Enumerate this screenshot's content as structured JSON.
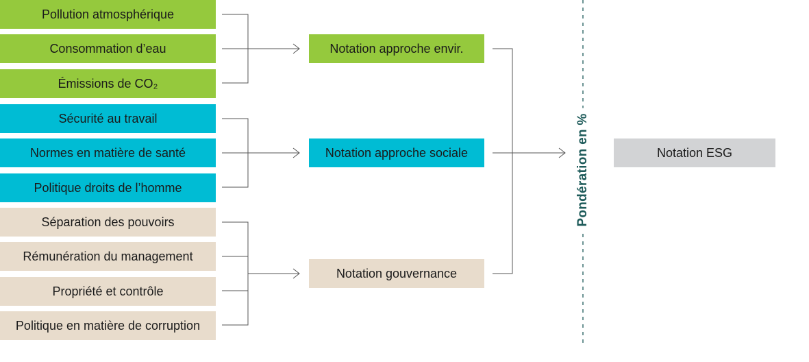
{
  "colors": {
    "environment": "#95c93d",
    "social": "#00bcd4",
    "governance": "#e8dccc",
    "esg": "#d2d3d5",
    "accent": "#1e5b5a"
  },
  "inputs": {
    "environment": [
      "Pollution atmosphérique",
      "Consommation d’eau",
      "Émissions de CO₂"
    ],
    "social": [
      "Sécurité au travail",
      "Normes en matière de santé",
      "Politique droits de l’homme"
    ],
    "governance": [
      "Séparation des pouvoirs",
      "Rémunération du management",
      "Propriété et contrôle",
      "Politique en matière de corruption"
    ]
  },
  "ratings": {
    "environment": "Notation approche envir.",
    "social": "Notation approche sociale",
    "governance": "Notation gouvernance"
  },
  "weighting_label": "Pondération en %",
  "result": "Notation ESG"
}
